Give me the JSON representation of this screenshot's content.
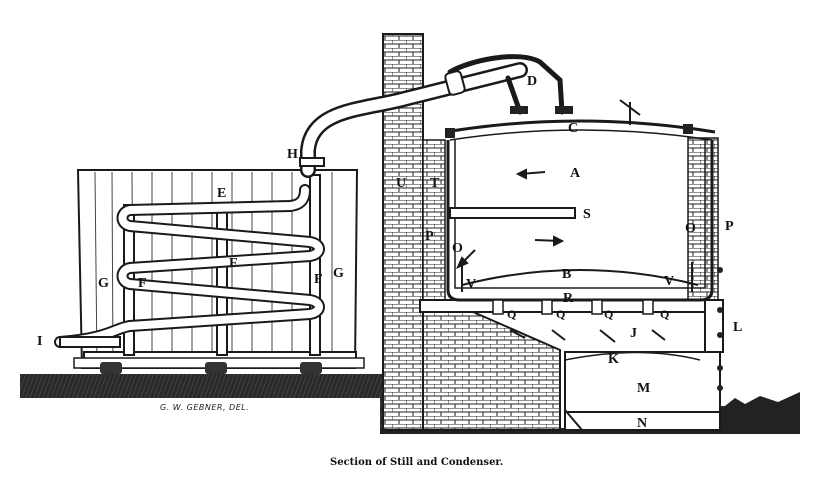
{
  "caption": "Section of Still and Condenser.",
  "credit": "G. W. GEBNER, DEL.",
  "labels": {
    "A": "A",
    "B": "B",
    "C": "C",
    "D": "D",
    "E": "E",
    "F_left": "F",
    "F_mid": "F",
    "F_right": "F",
    "G_left": "G",
    "G_right": "G",
    "H": "H",
    "I": "I",
    "J": "J",
    "K": "K",
    "L": "L",
    "M": "M",
    "N": "N",
    "O_left": "O",
    "O_right": "O",
    "P_left": "P",
    "P_right": "P",
    "Q1": "Q",
    "Q2": "Q",
    "Q3": "Q",
    "Q4": "Q",
    "R": "R",
    "S": "S",
    "T": "T",
    "U": "U",
    "V_left": "V",
    "V_right": "V"
  },
  "colors": {
    "ink": "#1a1a1a",
    "paper": "#ffffff",
    "ground": "#222222"
  }
}
